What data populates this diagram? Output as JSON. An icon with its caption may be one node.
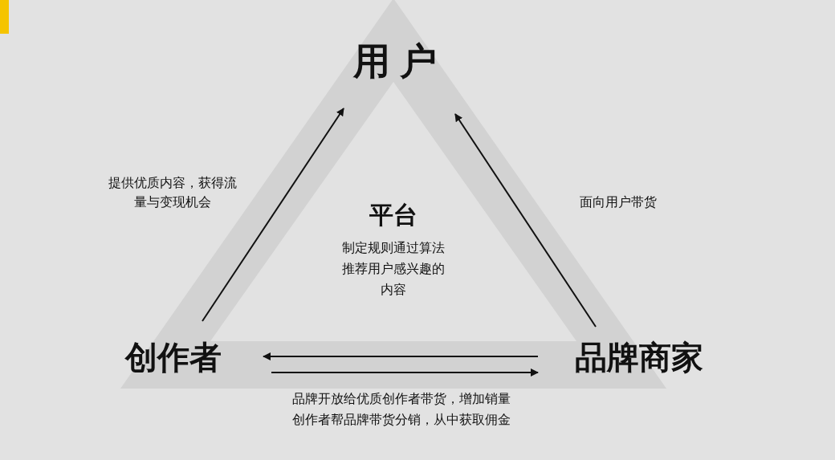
{
  "diagram": {
    "nodes": [
      {
        "text": [
          "用 户"
        ]
      },
      {
        "text": [
          "创作者"
        ]
      },
      {
        "text": [
          "品牌商家"
        ]
      },
      {
        "text": [
          "平台",
          "制定规则通过算法推荐用户感兴趣的内容"
        ]
      }
    ],
    "edges": [
      {
        "from": 1,
        "to": 0,
        "arrow": "to"
      },
      {
        "from": 2,
        "to": 0,
        "arrow": "to"
      },
      {
        "from": 2,
        "to": 1,
        "arrow": "to"
      },
      {
        "from": 1,
        "to": 2,
        "arrow": "to"
      }
    ],
    "labels": [
      "提供优质内容，获得流量与变现机会",
      "面向用户带货",
      "品牌开放给优质创作者带货，增加销量",
      "创作者帮品牌带货分销，从中获取佣金"
    ]
  }
}
